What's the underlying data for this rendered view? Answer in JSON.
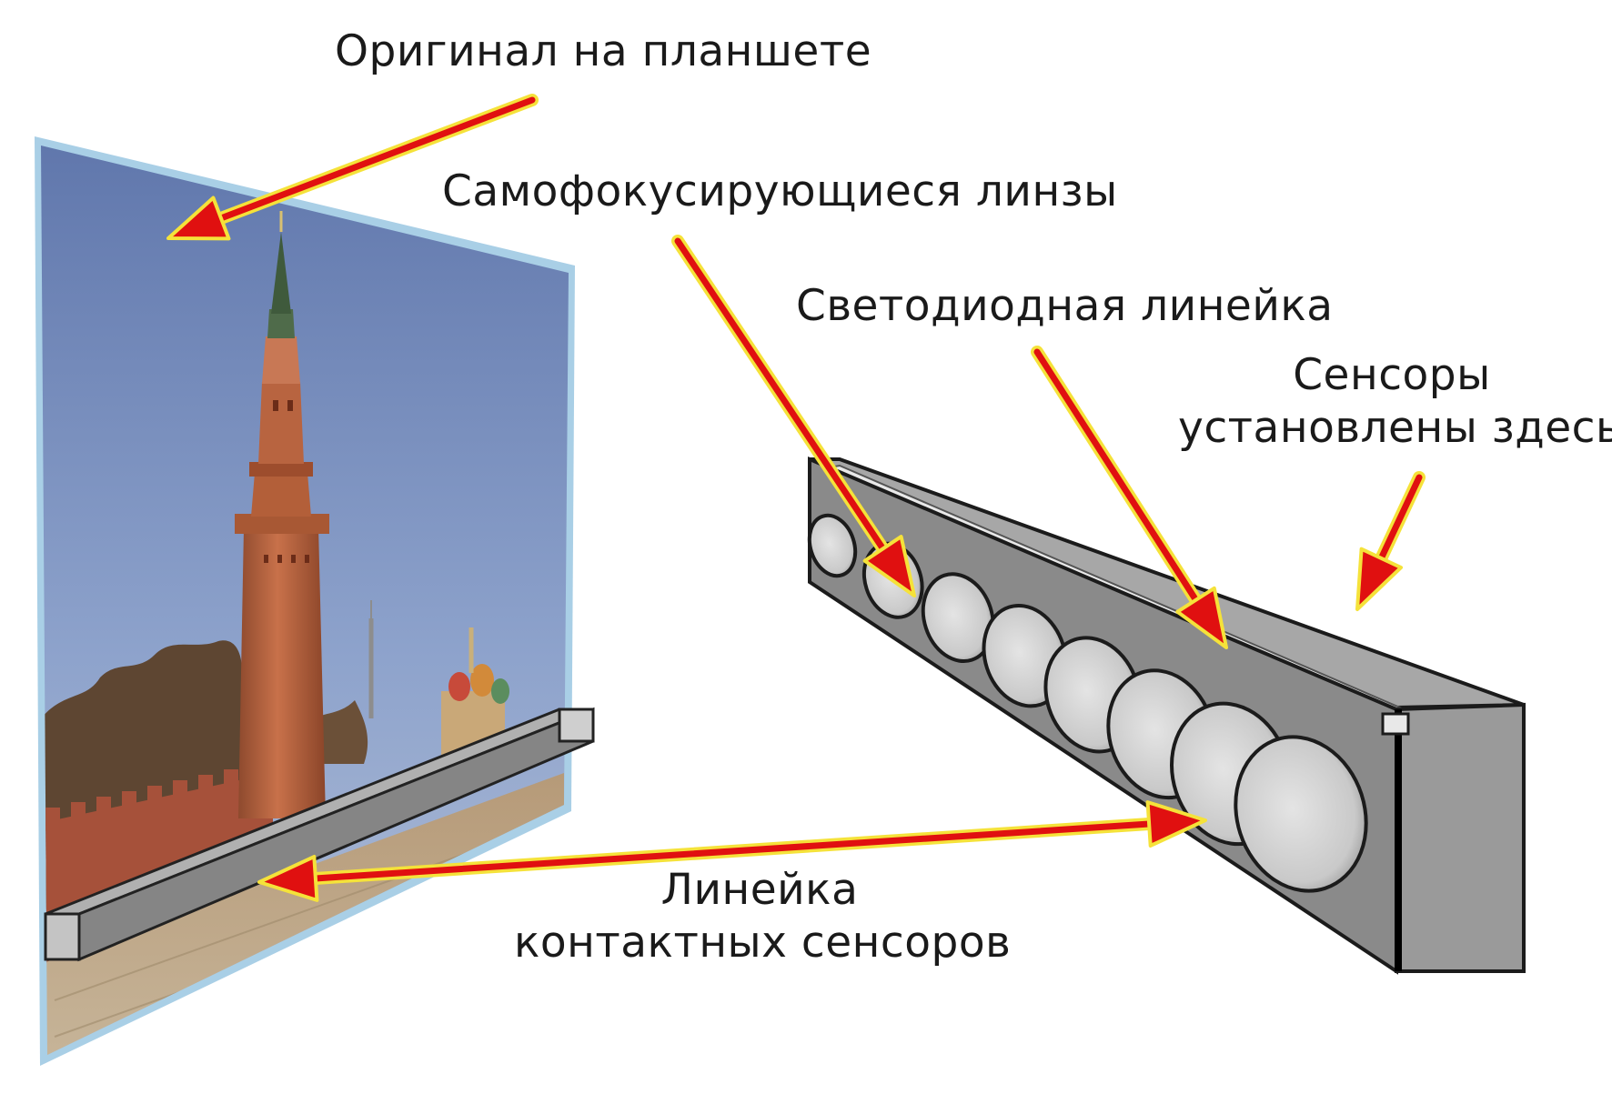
{
  "labels": {
    "original": "Оригинал на планшете",
    "lenses": "Самофокусирующиеся линзы",
    "led_line": "Светодиодная линейка",
    "sensors_line1": "Сенсоры",
    "sensors_line2": "установлены здесь",
    "cis_line1": "Линейка",
    "cis_line2": "контактных сенсоров"
  },
  "colors": {
    "arrow": "#e01010",
    "arrow_glow": "#f5e23a",
    "sky": "#6f86b8",
    "tower": "#b8613f",
    "bar_face": "#8c8c8c",
    "bar_top": "#b4b4b4",
    "lens": "#d2d2d2",
    "frame": "#a9cfe6"
  },
  "lens_count": 8
}
